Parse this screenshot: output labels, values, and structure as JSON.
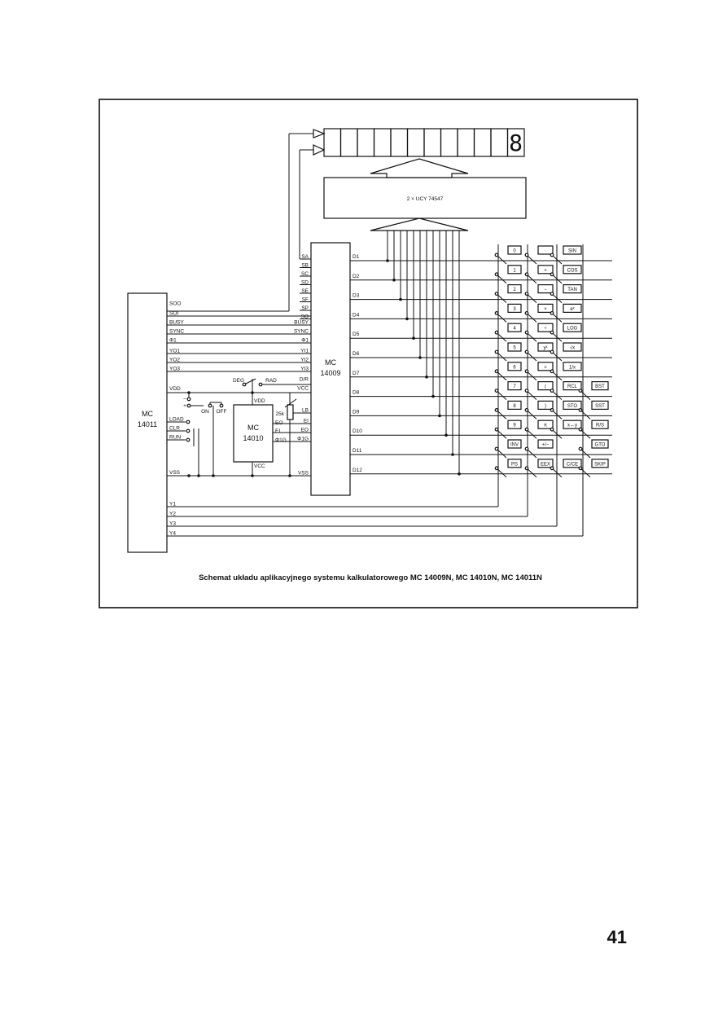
{
  "chips": {
    "mc14011": [
      "MC",
      "14011"
    ],
    "mc14009": [
      "MC",
      "14009"
    ],
    "mc14010": [
      "MC",
      "14010"
    ],
    "driver": "2 × UCY 74547"
  },
  "left_signals": [
    "SOO",
    "SOI",
    "BUSY",
    "SYNC",
    "Φ1",
    "YO1",
    "YO2",
    "YO3"
  ],
  "right_signals_14009": [
    "BUSY",
    "SYNC",
    "Φ1",
    "YI1",
    "YI2",
    "YI3"
  ],
  "segment_pins": [
    "SA",
    "SB",
    "SC",
    "SD",
    "SE",
    "SF",
    "SP",
    "SO"
  ],
  "digit_lines": [
    "D1",
    "D2",
    "D3",
    "D4",
    "D5",
    "D6",
    "D7",
    "D8",
    "D9",
    "D10",
    "D11",
    "D12"
  ],
  "pins_14009_lower": [
    "D/R",
    "VCC",
    "LB",
    "EI",
    "EO",
    "Φ1G",
    "VSS"
  ],
  "pins_14010": [
    "VDD",
    "EO",
    "EI",
    "Φ1G",
    "VCC"
  ],
  "left_power": {
    "vdd": "VDD",
    "vss": "VSS",
    "minus": "–",
    "plus": "+"
  },
  "switch_labels": {
    "on": "ON",
    "off": "OFF",
    "deg": "DEG",
    "rad": "RAD",
    "r25": "25k"
  },
  "control_inputs": [
    "LOAD",
    "CLR",
    "RUN"
  ],
  "y_lines": [
    "Y1",
    "Y2",
    "Y3",
    "Y4"
  ],
  "keys": [
    [
      "0",
      "·",
      "SIN",
      ""
    ],
    [
      "1",
      "+",
      "COS",
      ""
    ],
    [
      "2",
      "−",
      "TAN",
      ""
    ],
    [
      "3",
      "×",
      "eˣ",
      ""
    ],
    [
      "4",
      "÷",
      "LOG",
      ""
    ],
    [
      "5",
      "yˣ",
      "√x",
      ""
    ],
    [
      "6",
      "=",
      "1/x",
      ""
    ],
    [
      "7",
      "(",
      "RCL",
      "BST"
    ],
    [
      "8",
      ")",
      "STO",
      "SST"
    ],
    [
      "9",
      "π",
      "x↔y",
      "R/S"
    ],
    [
      "INV",
      "+/−",
      "",
      "GTO"
    ],
    [
      "PS",
      "EEX",
      "C/CE",
      "SKIP"
    ]
  ],
  "display_digit": "8",
  "caption": "Schemat układu aplikacyjnego systemu kalkulatorowego MC 14009N, MC 14010N, MC 14011N",
  "page_number": "41"
}
